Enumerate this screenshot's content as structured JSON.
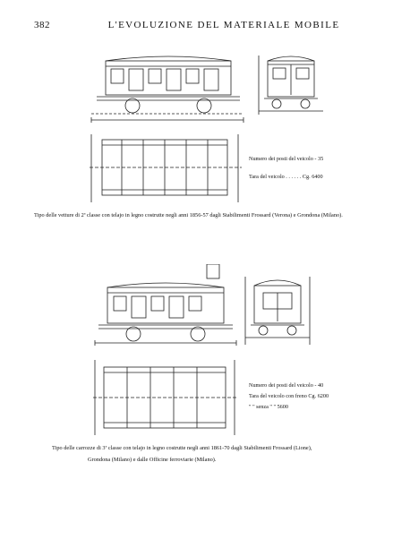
{
  "header": {
    "page_number": "382",
    "running_title": "L'EVOLUZIONE DEL MATERIALE MOBILE"
  },
  "figure1": {
    "specs": {
      "seats": "Numero dei posti del veicolo - 35",
      "tare": "Tara del veicolo . . . . . . Cg. 6400"
    },
    "caption": "Tipo delle vetture di 2ª classe con telajo in legno costrutte negli anni 1856-57 dagli Stabilimenti Frossard (Verona) e Grondona (Milano)."
  },
  "figure2": {
    "specs": {
      "seats": "Numero dei posti del veicolo - 40",
      "tare_brake": "Tara del veicolo con freno Cg. 6200",
      "tare_no_brake": "\"  \"     senza  \"     \"  5600"
    },
    "caption_line1": "Tipo delle carrozze di 3ª classe con telajo in legno costrutte negli anni 1861-70 dagli Stabilimenti Frossard (Lione),",
    "caption_line2": "Grondona (Milano) e dalle Officine ferroviarie (Milano)."
  }
}
